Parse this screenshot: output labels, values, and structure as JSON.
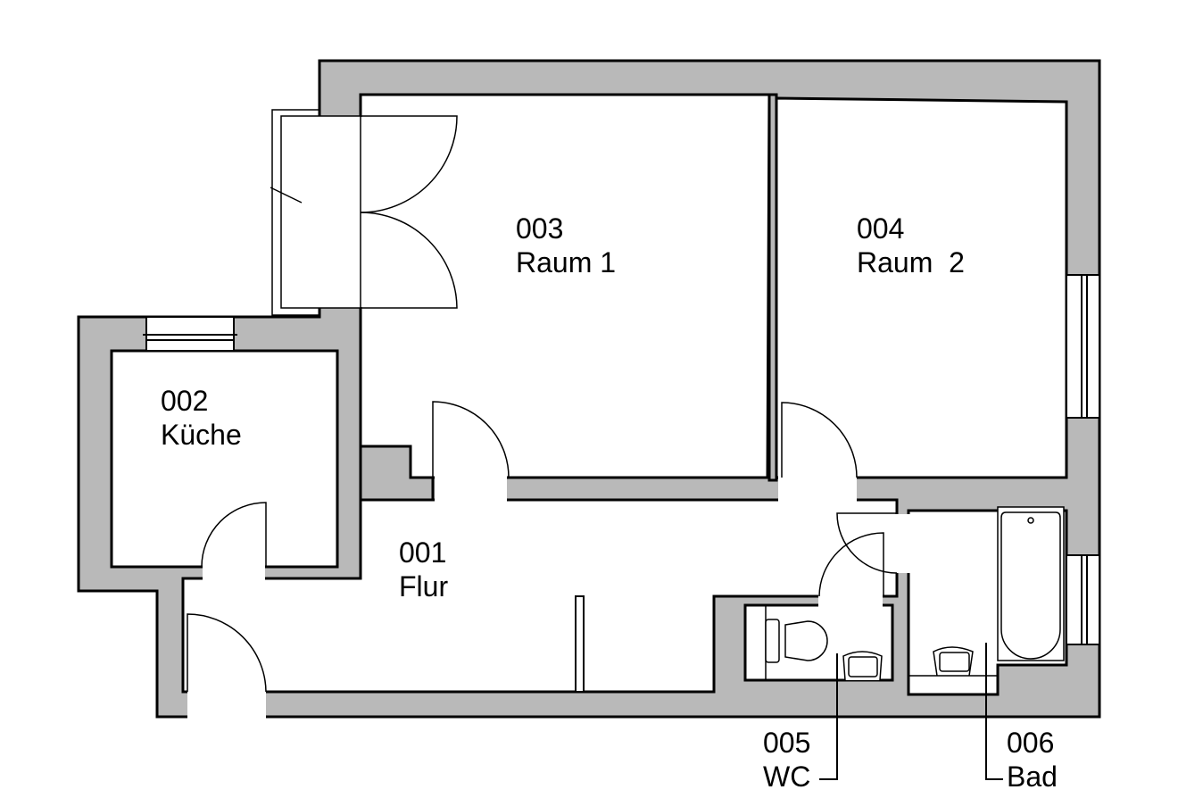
{
  "plan": {
    "colors": {
      "wall": "#b9b9b9",
      "line": "#000000",
      "floor": "#ffffff"
    },
    "rooms": [
      {
        "number": "001",
        "name": "Flur"
      },
      {
        "number": "002",
        "name": "Küche"
      },
      {
        "number": "003",
        "name": "Raum 1"
      },
      {
        "number": "004",
        "name": "Raum  2"
      },
      {
        "number": "005",
        "name": "WC"
      },
      {
        "number": "006",
        "name": "Bad"
      }
    ]
  }
}
